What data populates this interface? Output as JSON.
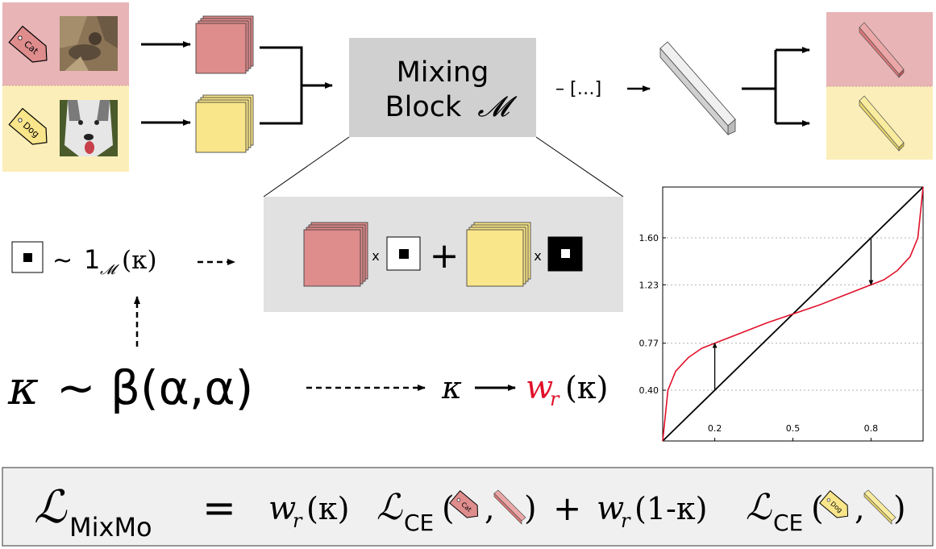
{
  "labels": {
    "cat_tag": "Cat",
    "dog_tag": "Dog",
    "mixing_block_line1": "Mixing",
    "mixing_block_line2": "Block",
    "mixing_block_symbol": "𝓜",
    "ellipsis": "– […]",
    "times": "x",
    "plus": "+",
    "mask_formula_tilde": "~",
    "mask_formula_one": "1",
    "mask_formula_sub": "𝓜",
    "mask_formula_arg": "(κ)",
    "kappa_formula_kappa": "κ",
    "kappa_formula_rest": "~ β(α,α)",
    "map_kappa": "κ",
    "map_w": "w",
    "map_w_sub": "r",
    "map_arg": "(κ)"
  },
  "loss": {
    "symbol": "ℒ",
    "sub": "MixMo",
    "equals": "=",
    "w1": "w",
    "w1_sub": "r",
    "w1_arg": "(κ)",
    "ce1": "ℒ",
    "ce1_sub": "CE",
    "ce1_open": "(",
    "ce1_comma": ",",
    "ce1_close": ")",
    "plus": "+",
    "w2": "w",
    "w2_sub": "r",
    "w2_arg": "(1-κ)",
    "ce2": "ℒ",
    "ce2_sub": "CE",
    "ce2_open": "(",
    "ce2_comma": ",",
    "ce2_close": ")",
    "ce1_tag": "Cat",
    "ce2_tag": "Dog"
  },
  "colors": {
    "cat_bg": "#e8b4b6",
    "dog_bg": "#fbeeb8",
    "red_feature": "#de8c8c",
    "yellow_feature": "#f9e58a",
    "mixing_block": "#d0d0d0",
    "zoom_panel": "#e1e1e1",
    "curve": "#e0102a",
    "w_accent": "#e0102a",
    "loss_box_bg": "#f0f0f0"
  },
  "icons": [
    "cat-photo",
    "dog-photo",
    "price-tag-icon",
    "mask-icon",
    "inverse-mask-icon",
    "arrow-icon"
  ],
  "chart_data": {
    "type": "line",
    "title": "",
    "xlabel": "",
    "ylabel": "",
    "xlim": [
      0,
      1
    ],
    "ylim": [
      0,
      2
    ],
    "x_ticks": [
      "0.2",
      "0.5",
      "0.8"
    ],
    "x_tick_values": [
      0.2,
      0.5,
      0.8
    ],
    "y_ticks": [
      "0.40",
      "0.77",
      "1.23",
      "1.60"
    ],
    "y_tick_values": [
      0.4,
      0.77,
      1.23,
      1.6
    ],
    "grid": "dotted horizontal at y ticks",
    "series": [
      {
        "x": [
          0,
          1
        ],
        "y": [
          0,
          2
        ]
      },
      {
        "x": [
          0,
          0.02,
          0.05,
          0.1,
          0.15,
          0.2,
          0.3,
          0.4,
          0.5,
          0.6,
          0.7,
          0.8,
          0.85,
          0.9,
          0.95,
          0.98,
          1
        ],
        "y": [
          0,
          0.4,
          0.55,
          0.66,
          0.73,
          0.77,
          0.85,
          0.93,
          1.0,
          1.07,
          1.15,
          1.23,
          1.27,
          1.34,
          1.45,
          1.6,
          2.0
        ]
      }
    ],
    "annotations": [
      {
        "x": 0.2,
        "from": 0.4,
        "to": 0.77
      },
      {
        "x": 0.8,
        "from": 1.6,
        "to": 1.23
      }
    ]
  }
}
